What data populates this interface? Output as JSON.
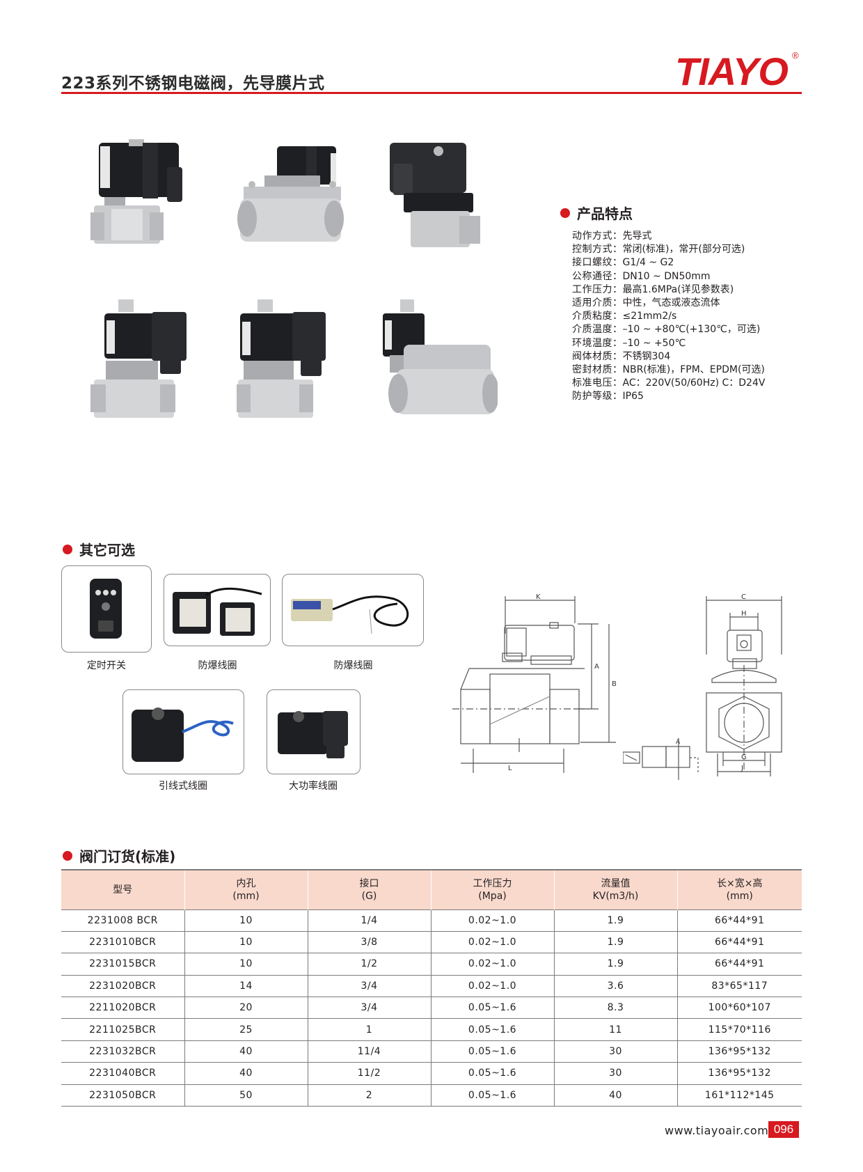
{
  "header": {
    "title": "223系列不锈钢电磁阀，先导膜片式",
    "brand": "TIAYO",
    "brand_mark": "®"
  },
  "features": {
    "heading": "产品特点",
    "items": [
      {
        "label": "动作方式：",
        "value": "先导式"
      },
      {
        "label": "控制方式：",
        "value": "常闭(标准)，常开(部分可选)"
      },
      {
        "label": "接口螺纹：",
        "value": "G1/4 ~ G2"
      },
      {
        "label": "公称通径：",
        "value": "DN10 ~ DN50mm"
      },
      {
        "label": "工作压力：",
        "value": "最高1.6MPa(详见参数表)"
      },
      {
        "label": "适用介质：",
        "value": "中性，气态或液态流体"
      },
      {
        "label": "介质粘度：",
        "value": "≤21mm2/s"
      },
      {
        "label": "介质温度：",
        "value": "–10 ~ +80℃(+130℃，可选)"
      },
      {
        "label": "环境温度：",
        "value": "–10 ~ +50℃"
      },
      {
        "label": "阀体材质：",
        "value": "不锈钢304"
      },
      {
        "label": "密封材质：",
        "value": "NBR(标准)，FPM、EPDM(可选)"
      },
      {
        "label": "标准电压：",
        "value": "AC：220V(50/60Hz) C：D24V"
      },
      {
        "label": "防护等级：",
        "value": "IP65"
      }
    ]
  },
  "options": {
    "heading": "其它可选",
    "items": [
      {
        "caption": "定时开关"
      },
      {
        "caption": "防爆线圈"
      },
      {
        "caption": "防爆线圈"
      },
      {
        "caption": "引线式线圈"
      },
      {
        "caption": "大功率线圈"
      }
    ]
  },
  "drawing": {
    "labels": {
      "K": "K",
      "A": "A",
      "B": "B",
      "L": "L",
      "C": "C",
      "H": "H",
      "G": "G",
      "J": "J",
      "SA": "A"
    }
  },
  "order": {
    "heading": "阀门订货(标准)",
    "columns": [
      {
        "line1": "型号",
        "line2": ""
      },
      {
        "line1": "内孔",
        "line2": "(mm)"
      },
      {
        "line1": "接口",
        "line2": "(G)"
      },
      {
        "line1": "工作压力",
        "line2": "(Mpa)"
      },
      {
        "line1": "流量值",
        "line2": "KV(m3/h)"
      },
      {
        "line1": "长×宽×高",
        "line2": "(mm)"
      }
    ],
    "rows": [
      [
        "2231008 BCR",
        "10",
        "1/4",
        "0.02~1.0",
        "1.9",
        "66*44*91"
      ],
      [
        "2231010BCR",
        "10",
        "3/8",
        "0.02~1.0",
        "1.9",
        "66*44*91"
      ],
      [
        "2231015BCR",
        "10",
        "1/2",
        "0.02~1.0",
        "1.9",
        "66*44*91"
      ],
      [
        "2231020BCR",
        "14",
        "3/4",
        "0.02~1.0",
        "3.6",
        "83*65*117"
      ],
      [
        "2211020BCR",
        "20",
        "3/4",
        "0.05~1.6",
        "8.3",
        "100*60*107"
      ],
      [
        "2211025BCR",
        "25",
        "1",
        "0.05~1.6",
        "11",
        "115*70*116"
      ],
      [
        "2231032BCR",
        "40",
        "11/4",
        "0.05~1.6",
        "30",
        "136*95*132"
      ],
      [
        "2231040BCR",
        "40",
        "11/2",
        "0.05~1.6",
        "30",
        "136*95*132"
      ],
      [
        "2231050BCR",
        "50",
        "2",
        "0.05~1.6",
        "40",
        "161*112*145"
      ]
    ]
  },
  "footer": {
    "url": "www.tiayoair.com",
    "page": "096"
  },
  "colors": {
    "accent": "#d71920",
    "table_header": "#f9d9cc",
    "coil": "#1e1f22",
    "steel": "#c9cbcd"
  }
}
